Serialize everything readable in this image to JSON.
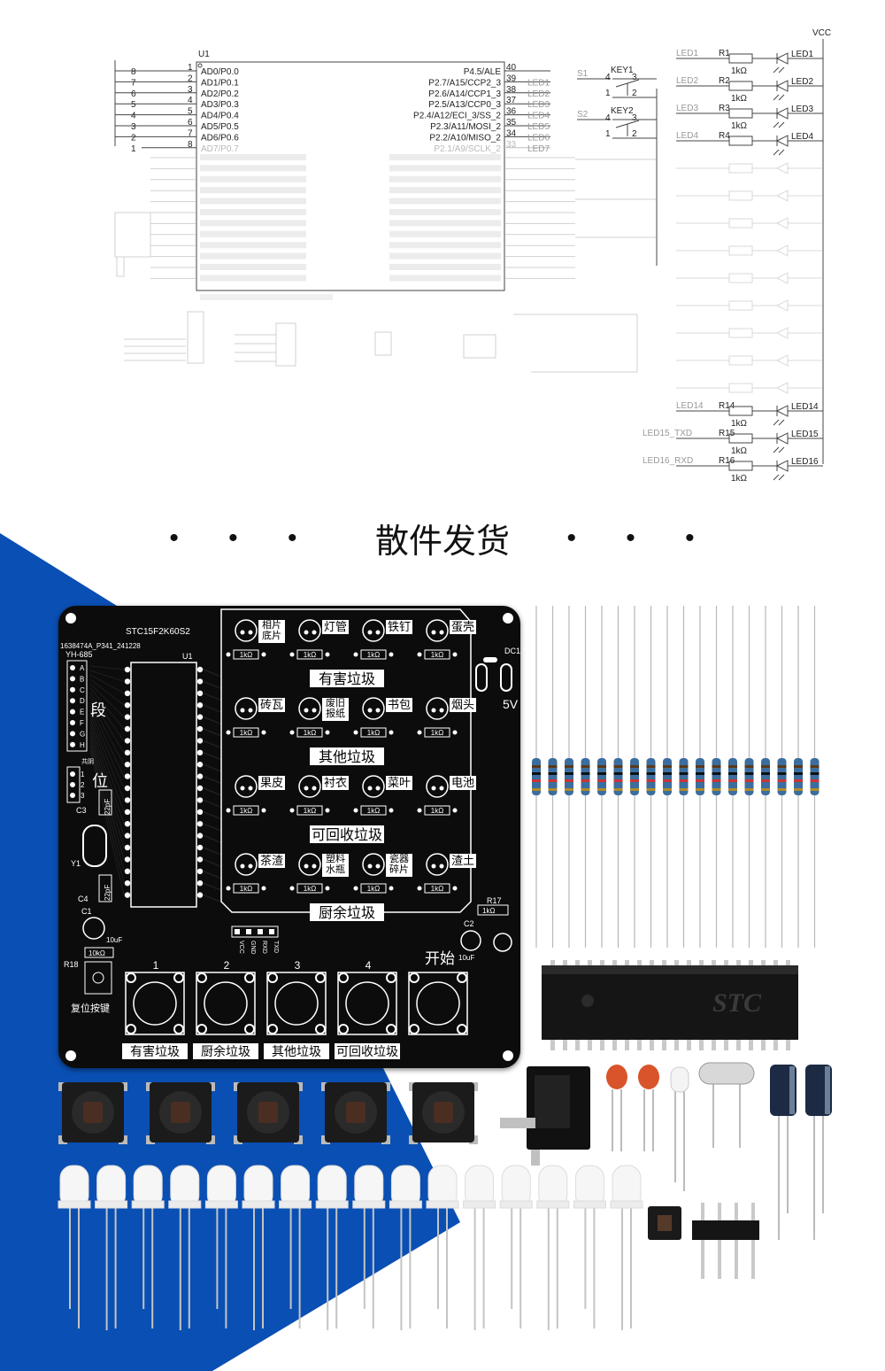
{
  "heading": {
    "dots_left": "• • •",
    "title": "散件发货",
    "dots_right": "• • •"
  },
  "schematic": {
    "chip_ref": "U1",
    "left_pins": [
      {
        "num_out": "8",
        "num_in": "1",
        "name": "AD0/P0.0"
      },
      {
        "num_out": "7",
        "num_in": "2",
        "name": "AD1/P0.1"
      },
      {
        "num_out": "6",
        "num_in": "3",
        "name": "AD2/P0.2"
      },
      {
        "num_out": "5",
        "num_in": "4",
        "name": "AD3/P0.3"
      },
      {
        "num_out": "4",
        "num_in": "5",
        "name": "AD4/P0.4"
      },
      {
        "num_out": "3",
        "num_in": "6",
        "name": "AD5/P0.5"
      },
      {
        "num_out": "2",
        "num_in": "7",
        "name": "AD6/P0.6"
      },
      {
        "num_out": "1",
        "num_in": "8",
        "name": "AD7/P0.7"
      }
    ],
    "right_pins": [
      {
        "num": "40",
        "name": "P4.5/ALE",
        "net": ""
      },
      {
        "num": "39",
        "name": "P2.7/A15/CCP2_3",
        "net": "LED1"
      },
      {
        "num": "38",
        "name": "P2.6/A14/CCP1_3",
        "net": "LED2"
      },
      {
        "num": "37",
        "name": "P2.5/A13/CCP0_3",
        "net": "LED3"
      },
      {
        "num": "36",
        "name": "P2.4/A12/ECI_3/SS_2",
        "net": "LED4"
      },
      {
        "num": "35",
        "name": "P2.3/A11/MOSI_2",
        "net": "LED5"
      },
      {
        "num": "34",
        "name": "P2.2/A10/MISO_2",
        "net": "LED6"
      },
      {
        "num": "33",
        "name": "P2.1/A9/SCLK_2",
        "net": "LED7"
      }
    ],
    "keys": [
      {
        "net": "S1",
        "ref": "KEY1",
        "p1": "1",
        "p2": "2",
        "p3": "3",
        "p4": "4"
      },
      {
        "net": "S2",
        "ref": "KEY2",
        "p1": "1",
        "p2": "2",
        "p3": "3",
        "p4": "4"
      }
    ],
    "vcc": "VCC",
    "led_rows": [
      {
        "net": "LED1",
        "res": "R1",
        "val": "1kΩ",
        "led": "LED1"
      },
      {
        "net": "LED2",
        "res": "R2",
        "val": "1kΩ",
        "led": "LED2"
      },
      {
        "net": "LED3",
        "res": "R3",
        "val": "1kΩ",
        "led": "LED3"
      },
      {
        "net": "LED4",
        "res": "R4",
        "val": "",
        "led": "LED4"
      }
    ],
    "led_rows_bottom": [
      {
        "net": "LED14",
        "res": "R14",
        "val": "1kΩ",
        "led": "LED14"
      },
      {
        "net": "LED15_TXD",
        "res": "R15",
        "val": "1kΩ",
        "led": "LED15"
      },
      {
        "net": "LED16_RXD",
        "res": "R16",
        "val": "1kΩ",
        "led": "LED16"
      }
    ]
  },
  "pcb": {
    "chip_label": "STC15F2K60S2",
    "serial": "1638474A_P341_241228",
    "model": "YH-685",
    "u1": "U1",
    "dc1": "DC1",
    "volt": "5V",
    "seg_label": "段",
    "seg_letters": [
      "A",
      "B",
      "C",
      "D",
      "E",
      "F",
      "G",
      "H"
    ],
    "common_label": "共阴",
    "pos_label": "位",
    "pos_nums": [
      "1",
      "2",
      "3"
    ],
    "c3": "C3",
    "cap_22pf": "22pF",
    "y1": "Y1",
    "c4": "C4",
    "c1": "C1",
    "c1_val": "10uF",
    "r18_val": "10kΩ",
    "r18": "R18",
    "reset_label": "复位按键",
    "resistor_label": "1kΩ",
    "sections": [
      {
        "title": "有害垃圾",
        "items": [
          "相片\n底片",
          "灯管",
          "铁钉",
          "蛋壳"
        ]
      },
      {
        "title": "其他垃圾",
        "items": [
          "砖瓦",
          "废旧\n报纸",
          "书包",
          "烟头"
        ]
      },
      {
        "title": "可回收垃圾",
        "items": [
          "果皮",
          "衬衣",
          "菜叶",
          "电池"
        ]
      },
      {
        "title": "厨余垃圾",
        "items": [
          "茶渣",
          "塑料\n水瓶",
          "瓷器\n碎片",
          "渣土"
        ]
      }
    ],
    "r17": "R17",
    "c2": "C2",
    "c2_val": "10uF",
    "header_pins": [
      "VCC",
      "GND",
      "RXD",
      "TXD"
    ],
    "start_label": "开始",
    "button_nums": [
      "1",
      "2",
      "3",
      "4"
    ],
    "button_labels": [
      "有害垃圾",
      "厨余垃圾",
      "其他垃圾",
      "可回收垃圾"
    ]
  },
  "ic_marking": "STC",
  "colors": {
    "blue": "#0a4fb3",
    "pcb": "#0c0c0c",
    "resistor_body": "#3b6e9e"
  }
}
